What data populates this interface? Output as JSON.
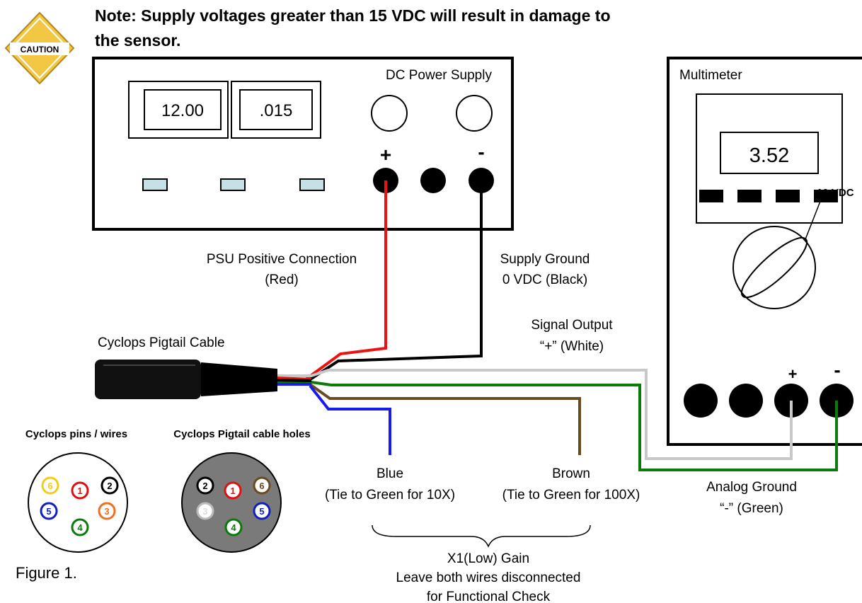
{
  "note": {
    "line1": "Note:  Supply voltages greater than 15 VDC will result in damage to",
    "line2": "the sensor."
  },
  "caution_sign": {
    "text": "CAUTION",
    "color": "#f2c743"
  },
  "power_supply": {
    "title": "DC Power Supply",
    "voltage_display": "12.00",
    "current_display": ".015",
    "positive_symbol": "+",
    "negative_symbol": "-"
  },
  "multimeter": {
    "title": "Multimeter",
    "display": "3.52",
    "dial_label": "10 VDC",
    "positive_symbol": "+",
    "negative_symbol": "-"
  },
  "labels": {
    "psu_positive": [
      "PSU Positive Connection",
      "(Red)"
    ],
    "supply_ground": [
      "Supply Ground",
      "0 VDC (Black)"
    ],
    "signal_output": [
      "Signal Output",
      "“+” (White)"
    ],
    "cable": "Cyclops Pigtail Cable",
    "blue": [
      "Blue",
      "(Tie to Green for 10X)"
    ],
    "brown": [
      "Brown",
      "(Tie to Green for 100X)"
    ],
    "analog_ground": [
      "Analog Ground",
      "“-” (Green)"
    ],
    "gain": [
      "X1(Low) Gain",
      "Leave both wires disconnected",
      "for Functional Check"
    ],
    "figure": "Figure 1."
  },
  "connectors": {
    "pins_title": "Cyclops pins / wires",
    "holes_title": "Cyclops Pigtail cable holes",
    "pins": [
      {
        "label": "6",
        "color": "#f2cc1c"
      },
      {
        "label": "1",
        "color": "#e01010"
      },
      {
        "label": "2",
        "color": "#000000"
      },
      {
        "label": "5",
        "color": "#1020c0"
      },
      {
        "label": "3",
        "color": "#f07020"
      },
      {
        "label": "4",
        "color": "#0a7a0a"
      }
    ],
    "holes": [
      {
        "label": "2",
        "color": "#000000"
      },
      {
        "label": "1",
        "color": "#e01010"
      },
      {
        "label": "6",
        "color": "#6b4a1f"
      },
      {
        "label": "3",
        "color": "#bbbbbb"
      },
      {
        "label": "5",
        "color": "#1020c0"
      },
      {
        "label": "4",
        "color": "#0a7a0a"
      }
    ]
  },
  "wire_colors": {
    "red": "#ee1111",
    "black": "#000000",
    "white": "#c8c8c8",
    "green": "#0a7a0a",
    "brown": "#6b4a1f",
    "blue": "#1a1aee"
  }
}
